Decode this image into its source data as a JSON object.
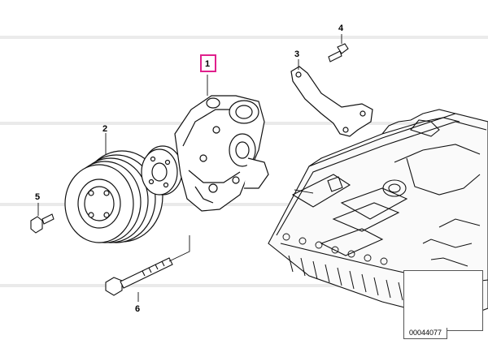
{
  "callouts": {
    "part_1": "1",
    "part_2": "2",
    "part_3": "3",
    "part_4": "4",
    "part_5": "5",
    "part_6": "6"
  },
  "highlight_color": "#e0208c",
  "inset": {
    "diagram_code": "00044077"
  }
}
